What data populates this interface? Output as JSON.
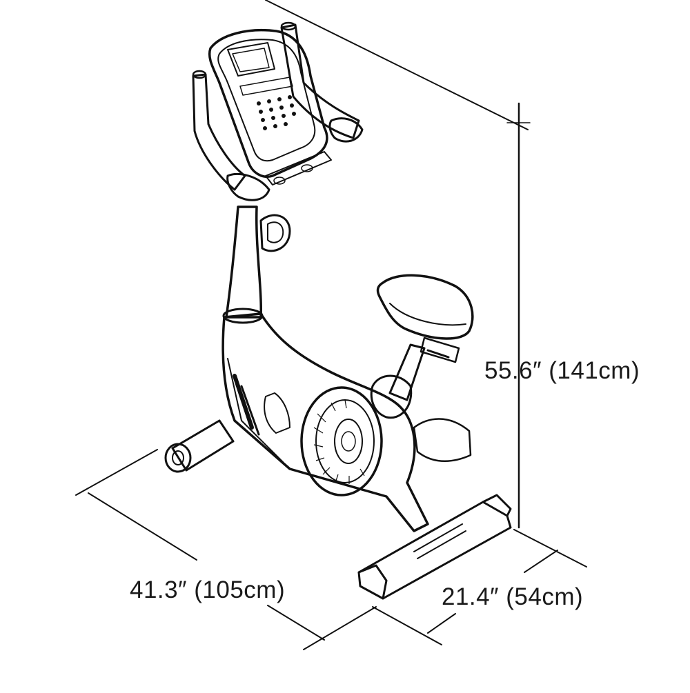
{
  "dimensions": {
    "height": "55.6″ (141cm)",
    "length": "41.3″ (105cm)",
    "width": "21.4″ (54cm)"
  }
}
